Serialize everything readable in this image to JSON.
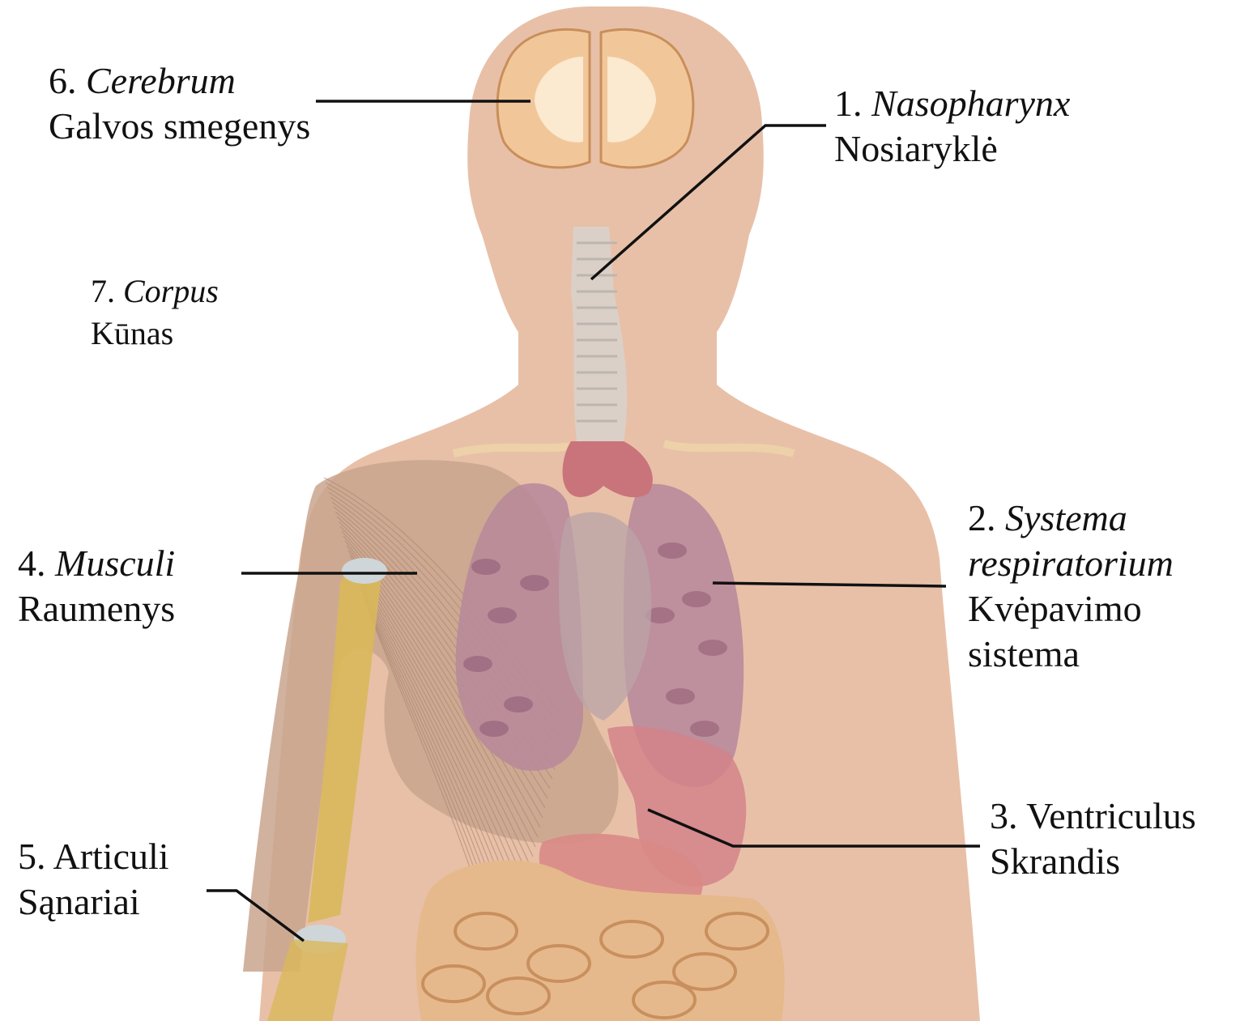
{
  "labels": {
    "cerebrum": {
      "num": "6.",
      "latin": "Cerebrum",
      "latin_italic": true,
      "line2": "Galvos smegenys",
      "line3": ""
    },
    "nasopharynx": {
      "num": "1.",
      "latin": "Nasopharynx",
      "latin_italic": true,
      "line2": "Nosiaryklė",
      "line3": ""
    },
    "corpus": {
      "num": "7.",
      "latin": "Corpus",
      "latin_italic": true,
      "line2": "Kūnas",
      "line3": ""
    },
    "systema": {
      "num": "2.",
      "latin": "Systema",
      "latin_italic": true,
      "latin2": "respiratorium",
      "line2": "Kvėpavimo",
      "line3": "sistema"
    },
    "musculi": {
      "num": "4.",
      "latin": "Musculi",
      "latin_italic": true,
      "line2": "Raumenys",
      "line3": ""
    },
    "ventriculus": {
      "num": "3.",
      "latin": "Ventriculus",
      "latin_italic": false,
      "line2": "Skrandis",
      "line3": ""
    },
    "articuli": {
      "num": "5.",
      "latin": "Articuli",
      "latin_italic": false,
      "line2": "Sąnariai",
      "line3": ""
    }
  },
  "colors": {
    "skin": "#e8c0a8",
    "muscle": "#c9a58e",
    "bone": "#d9b85a",
    "lung": "#b98a9a",
    "lung_dark": "#8e5a72",
    "trachea": "#d8d2cc",
    "heart": "#c9747a",
    "stomach": "#d4838a",
    "intestine": "#e6b98c",
    "brain_outer": "#f1c79a",
    "brain_inner": "#fbe9d0",
    "leader": "#111111"
  }
}
